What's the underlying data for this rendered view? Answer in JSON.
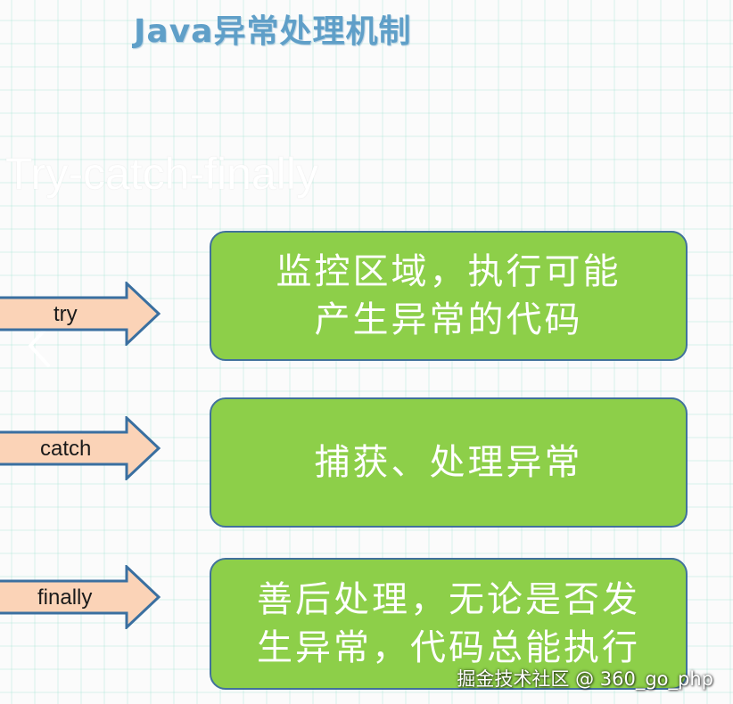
{
  "slide": {
    "title": "Java异常处理机制",
    "subtitle": "Try-catch-finally"
  },
  "rows": [
    {
      "keyword": "try",
      "lines": [
        "监控区域，执行可能",
        "产生异常的代码"
      ]
    },
    {
      "keyword": "catch",
      "lines": [
        "捕获、处理异常"
      ]
    },
    {
      "keyword": "finally",
      "lines": [
        "善后处理，无论是否发",
        "生异常，代码总能执行"
      ]
    }
  ],
  "watermark": "掘金技术社区 @ 360_go_php",
  "icons": {
    "back": "chevron-left-icon",
    "pointer": "right-arrow-icon"
  },
  "colors": {
    "title": "#5f9fc8",
    "box_fill": "#8dcf49",
    "box_border": "#41719c",
    "arrow_fill": "#fbd3b7",
    "arrow_border": "#3a6fa0",
    "box_text": "#ffffff"
  }
}
